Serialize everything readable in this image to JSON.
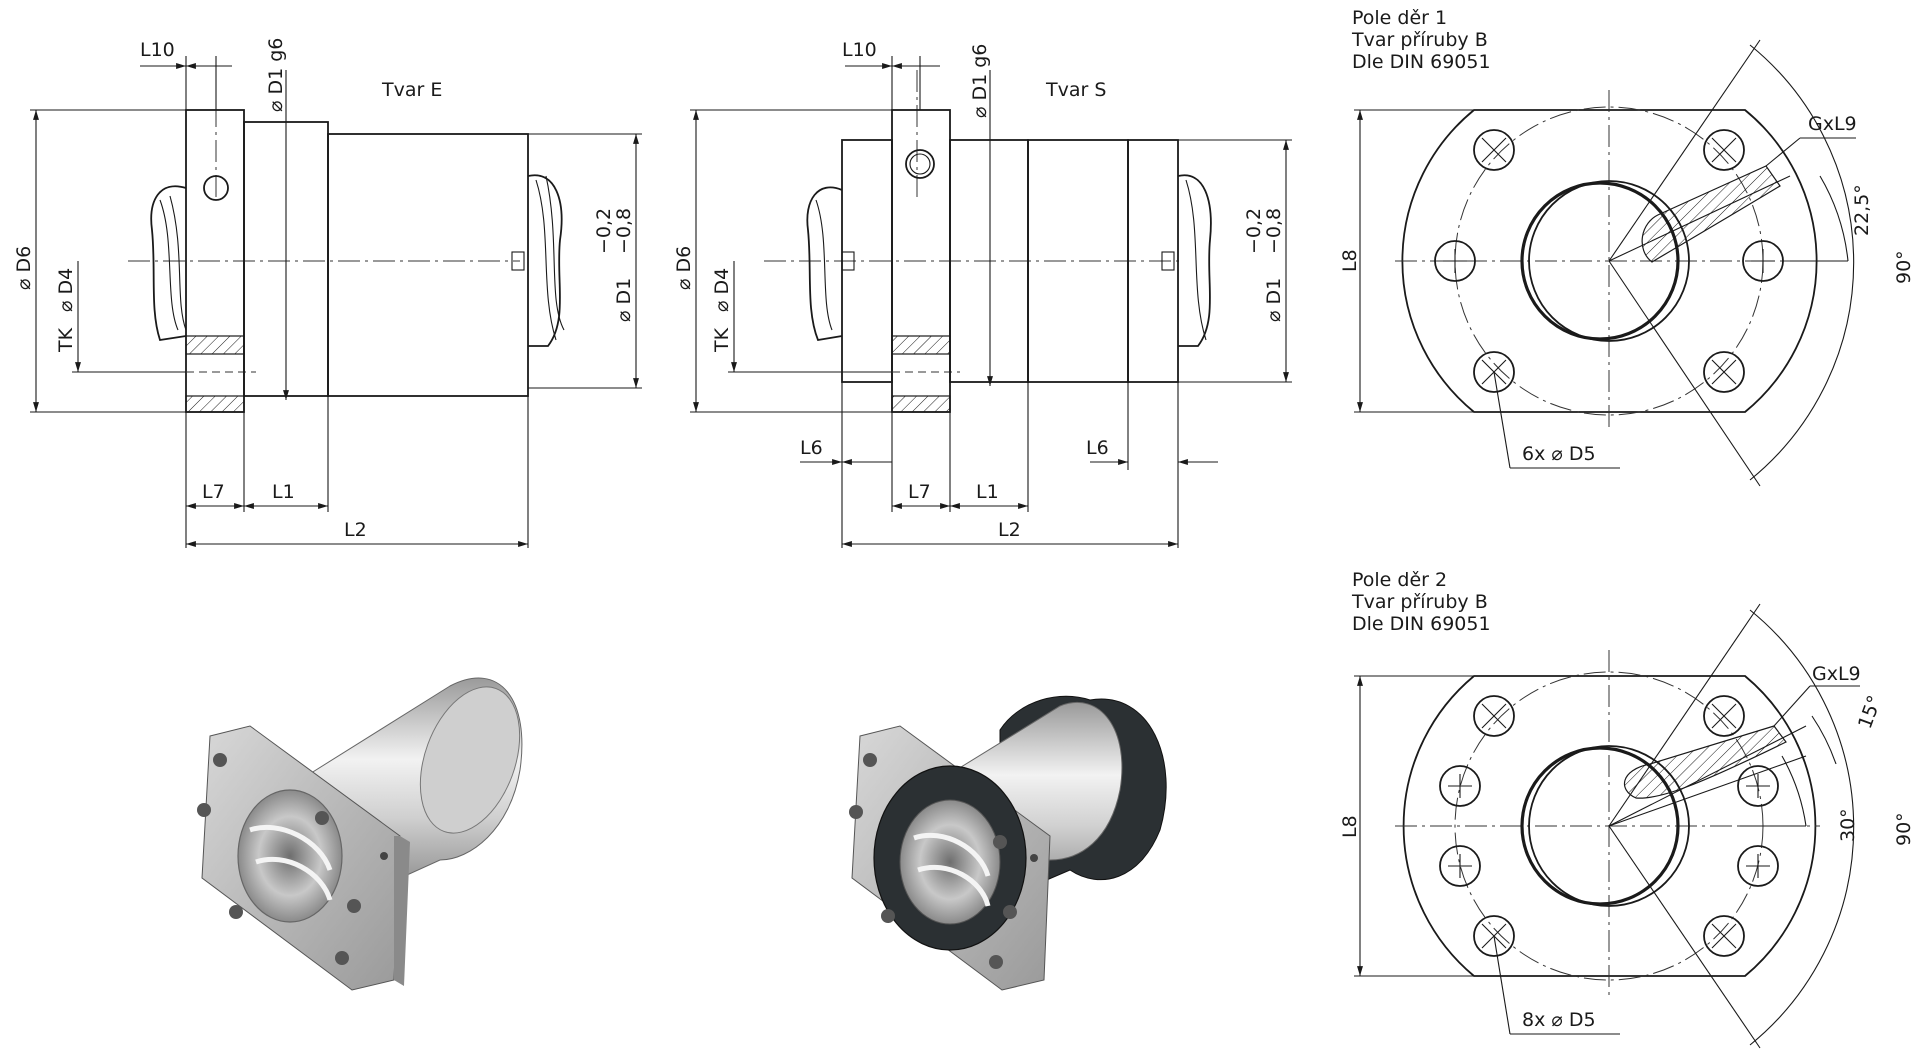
{
  "views": {
    "form_e": {
      "title": "Tvar E",
      "labels": {
        "L10": "L10",
        "D1g6": "⌀ D1 g6",
        "D6": "⌀ D6",
        "D4": "⌀ D4",
        "TK": "TK",
        "tol_upper": "−0,2",
        "tol_lower": "−0,8",
        "D1": "⌀ D1",
        "L7": "L7",
        "L1": "L1",
        "L2": "L2"
      }
    },
    "form_s": {
      "title": "Tvar S",
      "labels": {
        "L10": "L10",
        "D1g6": "⌀ D1 g6",
        "D6": "⌀ D6",
        "D4": "⌀ D4",
        "TK": "TK",
        "tol_upper": "−0,2",
        "tol_lower": "−0,8",
        "D1": "⌀ D1",
        "L6_left": "L6",
        "L6_right": "L6",
        "L7": "L7",
        "L1": "L1",
        "L2": "L2"
      }
    },
    "pattern_1": {
      "heading": [
        "Pole děr 1",
        "Tvar příruby B",
        "Dle DIN 69051"
      ],
      "labels": {
        "GxL9": "GxL9",
        "angle_small": "22,5°",
        "angle_big": "90°",
        "L8": "L8",
        "holes": "6x  ⌀ D5"
      }
    },
    "pattern_2": {
      "heading": [
        "Pole děr 2",
        "Tvar příruby B",
        "Dle DIN 69051"
      ],
      "labels": {
        "GxL9": "GxL9",
        "angle_small": "15°",
        "angle_mid": "30°",
        "angle_big": "90°",
        "L8": "L8",
        "holes": "8x  ⌀ D5"
      }
    }
  },
  "renders": {
    "form_e_render": {
      "icon": "flange-nut-form-e-render"
    },
    "form_s_render": {
      "icon": "flange-nut-form-s-render"
    }
  },
  "colors": {
    "line": "#1a1a1a",
    "metal_light": "#e6e6e6",
    "metal_dark": "#8a8a8a",
    "seal": "#2b3033"
  }
}
